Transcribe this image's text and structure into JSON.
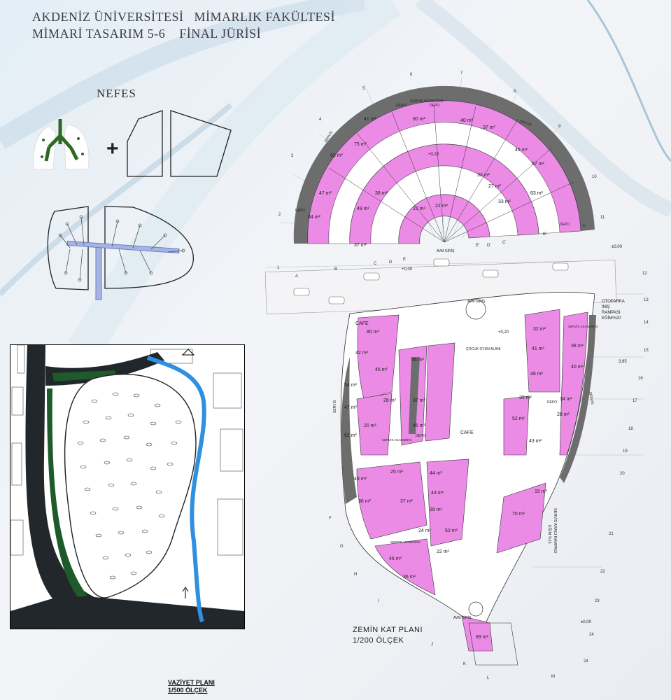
{
  "header": {
    "line1": "AKDENİZ ÜNİVERSİTESİ   MİMARLIK FAKÜLTESİ",
    "line2": "MİMARİ TASARIM 5-6    FİNAL JÜRİSİ"
  },
  "concept": {
    "label": "NEFES",
    "operator": "+"
  },
  "site_plan": {
    "title": "VAZİYET PLANI",
    "scale": "1/500  ÖLÇEK",
    "colors": {
      "road": "#22272b",
      "river": "#2f8fe0",
      "green": "#1f5a2a",
      "site": "#ffffff"
    }
  },
  "ground_plan": {
    "title": "ZEMİN KAT PLANI",
    "scale": "1/200  ÖLÇEK",
    "colors": {
      "unit": "#ec8be6",
      "service": "#6d6d6d",
      "walk": "#ffffff"
    },
    "north_block": {
      "areas": [
        "41 m²",
        "80 m²",
        "40 m²",
        "37 m²",
        "75 m²",
        "62 m²",
        "45 m²",
        "57 m²",
        "47 m²",
        "38 m²",
        "33 m²",
        "27 m²",
        "63 m²",
        "84 m²",
        "49 m²",
        "22 m²",
        "22 m²",
        "33 m²",
        "37 m²"
      ],
      "labels": [
        "SERVİS",
        "SERVİS",
        "DEPO",
        "DEPO",
        "DEPO",
        "SERVİS ASANSÖRÜ",
        "DEPO",
        "AVM GİRİŞ"
      ],
      "levels": [
        "+0,20",
        "±0,00",
        "+0,00"
      ]
    },
    "south_block": {
      "areas": [
        "80 m²",
        "42 m²",
        "54 m²",
        "47 m²",
        "62 m²",
        "45 m²",
        "56 m²",
        "28 m²",
        "37 m²",
        "20 m²",
        "45 m²",
        "32 m²",
        "41 m²",
        "38 m²",
        "40 m²",
        "48 m²",
        "35 m²",
        "34 m²",
        "52 m²",
        "28 m²",
        "43 m²",
        "43 m²",
        "44 m²",
        "25 m²",
        "36 m²",
        "37 m²",
        "43 m²",
        "39 m²",
        "24 m²",
        "50 m²",
        "46 m²",
        "22 m²",
        "70 m²",
        "36 m²",
        "89 m²",
        "15 m²"
      ],
      "labels": [
        "CAFE",
        "CAFE",
        "SERVİS ASANSÖRÜ",
        "SERVİS ASANSÖRÜ",
        "SERVİS ASANSÖRÜ",
        "DEPO",
        "DEPO",
        "ÇOCUK OYUN ALANI",
        "SERVİS",
        "SERVİS",
        "AVM GİRİŞ",
        "AVM GİRİŞ"
      ],
      "levels": [
        "+0,20",
        "3,95",
        "±0,00"
      ]
    },
    "ramp_notes": [
      "OTOPARKA",
      "İNİŞ",
      "RAMPASI",
      "EĞİM%20"
    ],
    "service_ramp": [
      "SERVİS ARACI RAMPASI",
      "EĞİM %15"
    ],
    "axis_numbers": [
      "1",
      "2",
      "3",
      "4",
      "5",
      "6",
      "7",
      "8",
      "9",
      "10",
      "11",
      "12",
      "13",
      "14",
      "15",
      "16",
      "17",
      "18",
      "19",
      "20",
      "21",
      "22",
      "23",
      "24",
      "24"
    ],
    "axis_letters_top": [
      "A",
      "B",
      "C",
      "D",
      "E",
      "E'",
      "D'",
      "C'",
      "B'",
      "A'"
    ],
    "axis_letters_side": [
      "F",
      "G",
      "H",
      "I",
      "J",
      "K",
      "L",
      "M"
    ]
  }
}
